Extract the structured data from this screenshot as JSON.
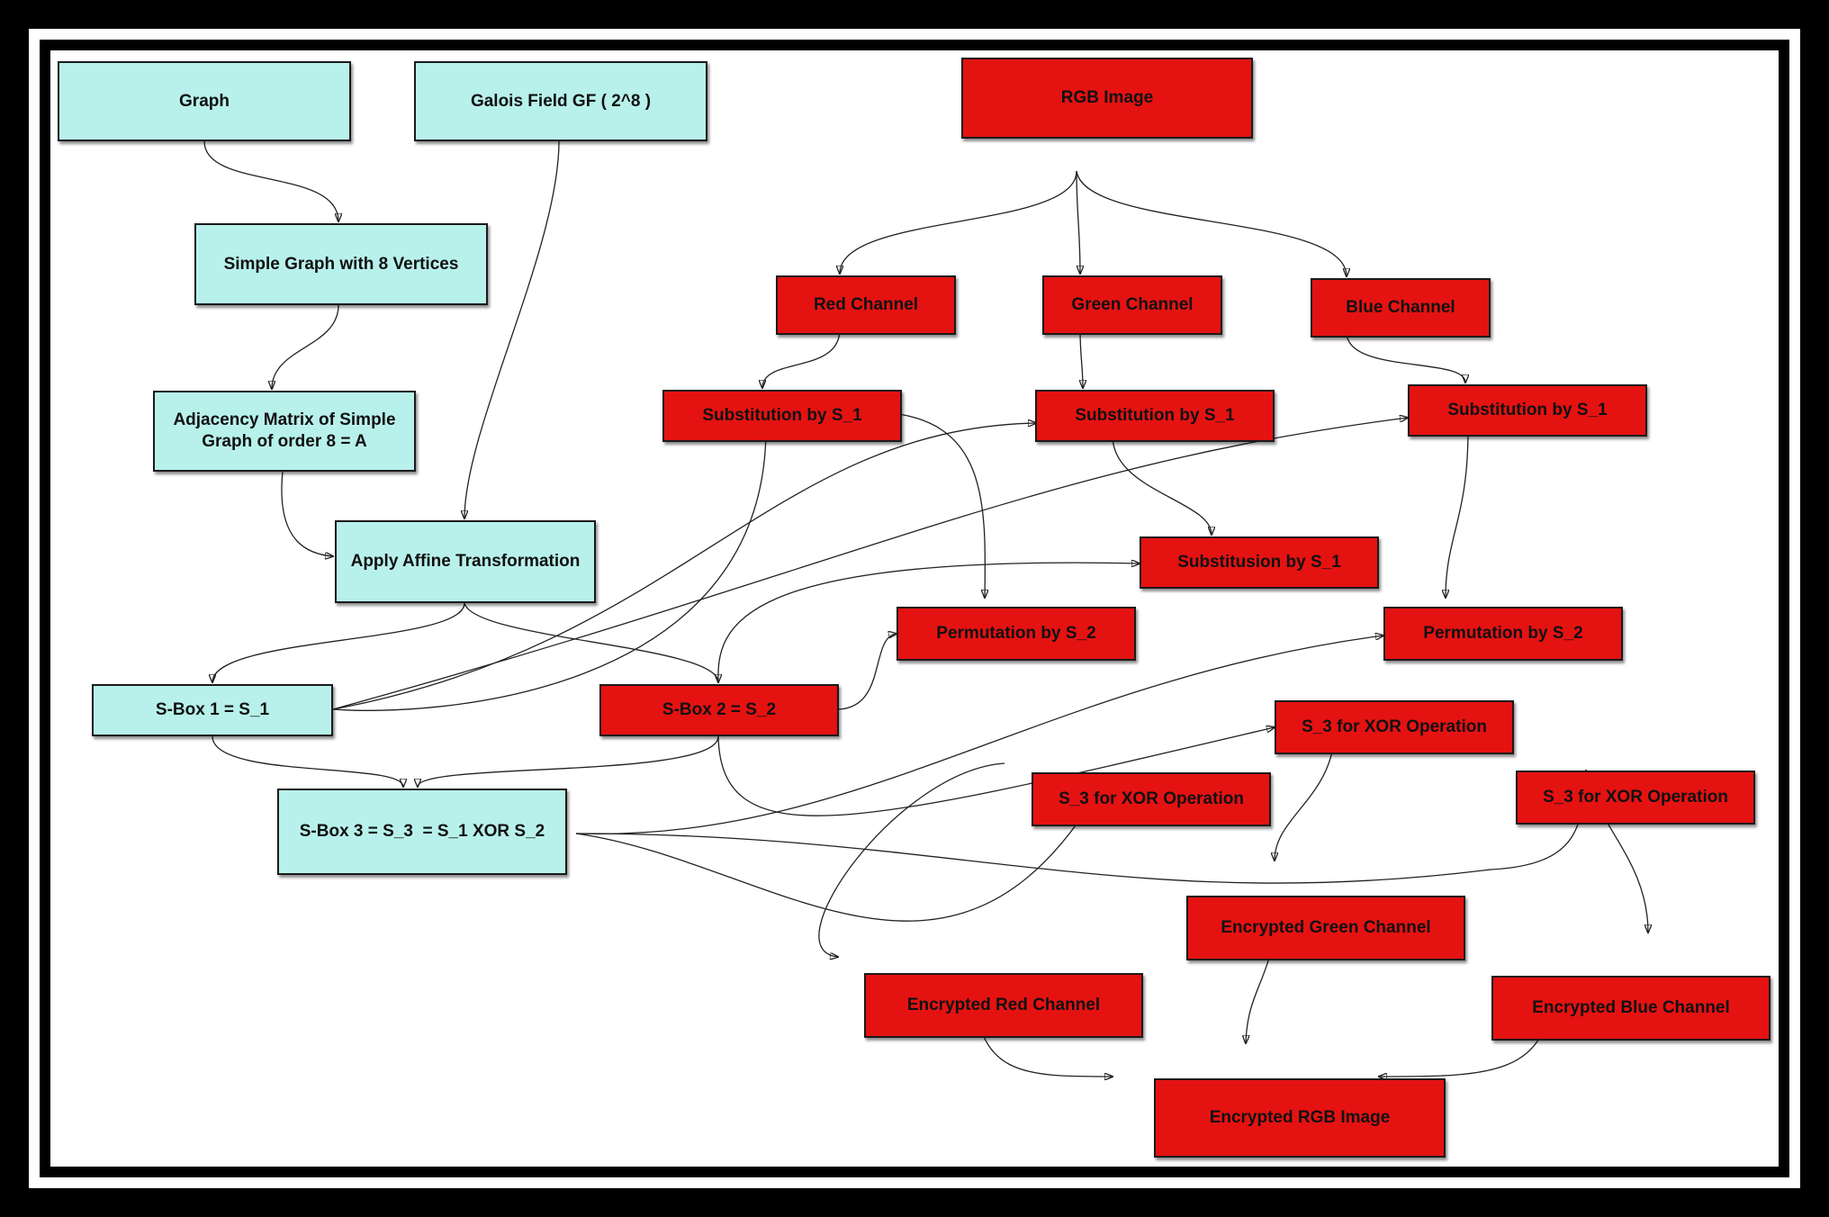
{
  "nodes": {
    "graph": {
      "label": "Graph",
      "color": "#b8f1eb"
    },
    "galois": {
      "label": "Galois Field GF ( 2^8 )",
      "color": "#b8f1eb"
    },
    "simple_graph": {
      "label": "Simple Graph with 8 Vertices",
      "color": "#b8f1eb"
    },
    "adjacency": {
      "label": "Adjacency Matrix of Simple Graph of order 8 = A",
      "color": "#b8f1eb"
    },
    "affine": {
      "label": "Apply Affine Transformation",
      "color": "#b8f1eb"
    },
    "sbox1": {
      "label": "S-Box 1 = S_1",
      "color": "#b8f1eb"
    },
    "sbox2": {
      "label": "S-Box 2 = S_2",
      "color": "#e51212"
    },
    "sbox3": {
      "label": "S-Box 3 = S_3  = S_1 XOR S_2",
      "color": "#b8f1eb"
    },
    "rgb": {
      "label": "RGB Image",
      "color": "#e51212"
    },
    "red_ch": {
      "label": "Red Channel",
      "color": "#e51212"
    },
    "green_ch": {
      "label": "Green Channel",
      "color": "#e51212"
    },
    "blue_ch": {
      "label": "Blue Channel",
      "color": "#e51212"
    },
    "sub_red": {
      "label": "Substitution by S_1",
      "color": "#e51212"
    },
    "sub_green": {
      "label": "Substitution by S_1",
      "color": "#e51212"
    },
    "sub_blue": {
      "label": "Substitution by S_1",
      "color": "#e51212"
    },
    "subst_green2": {
      "label": "Substitusion by S_1",
      "color": "#e51212"
    },
    "perm_red": {
      "label": "Permutation by S_2",
      "color": "#e51212"
    },
    "perm_blue": {
      "label": "Permutation by S_2",
      "color": "#e51212"
    },
    "xor_green": {
      "label": "S_3 for XOR Operation",
      "color": "#e51212"
    },
    "xor_red": {
      "label": "S_3 for XOR Operation",
      "color": "#e51212"
    },
    "xor_blue": {
      "label": "S_3 for XOR Operation",
      "color": "#e51212"
    },
    "enc_green": {
      "label": "Encrypted Green Channel",
      "color": "#e51212"
    },
    "enc_red": {
      "label": "Encrypted Red Channel",
      "color": "#e51212"
    },
    "enc_blue": {
      "label": "Encrypted Blue Channel",
      "color": "#e51212"
    },
    "enc_rgb": {
      "label": "Encrypted RGB Image",
      "color": "#e51212"
    }
  },
  "edges": [
    [
      "graph",
      "simple_graph"
    ],
    [
      "simple_graph",
      "adjacency"
    ],
    [
      "adjacency",
      "affine"
    ],
    [
      "galois",
      "affine"
    ],
    [
      "affine",
      "sbox1"
    ],
    [
      "affine",
      "sbox2"
    ],
    [
      "sbox1",
      "sbox3"
    ],
    [
      "sbox2",
      "sbox3"
    ],
    [
      "sbox1",
      "sub_red"
    ],
    [
      "sbox1",
      "sub_green"
    ],
    [
      "sbox1",
      "sub_blue"
    ],
    [
      "sbox2",
      "subst_green2"
    ],
    [
      "sbox2",
      "perm_red"
    ],
    [
      "sbox2",
      "xor_green"
    ],
    [
      "sbox3",
      "perm_blue"
    ],
    [
      "sbox3",
      "xor_red"
    ],
    [
      "sbox3",
      "xor_blue"
    ],
    [
      "rgb",
      "red_ch"
    ],
    [
      "rgb",
      "green_ch"
    ],
    [
      "rgb",
      "blue_ch"
    ],
    [
      "red_ch",
      "sub_red"
    ],
    [
      "green_ch",
      "sub_green"
    ],
    [
      "blue_ch",
      "sub_blue"
    ],
    [
      "sub_red",
      "perm_red"
    ],
    [
      "sub_green",
      "subst_green2"
    ],
    [
      "sub_blue",
      "perm_blue"
    ],
    [
      "xor_red",
      "enc_red"
    ],
    [
      "xor_green",
      "enc_green"
    ],
    [
      "xor_blue",
      "enc_blue"
    ],
    [
      "enc_red",
      "enc_rgb"
    ],
    [
      "enc_green",
      "enc_rgb"
    ],
    [
      "enc_blue",
      "enc_rgb"
    ]
  ]
}
